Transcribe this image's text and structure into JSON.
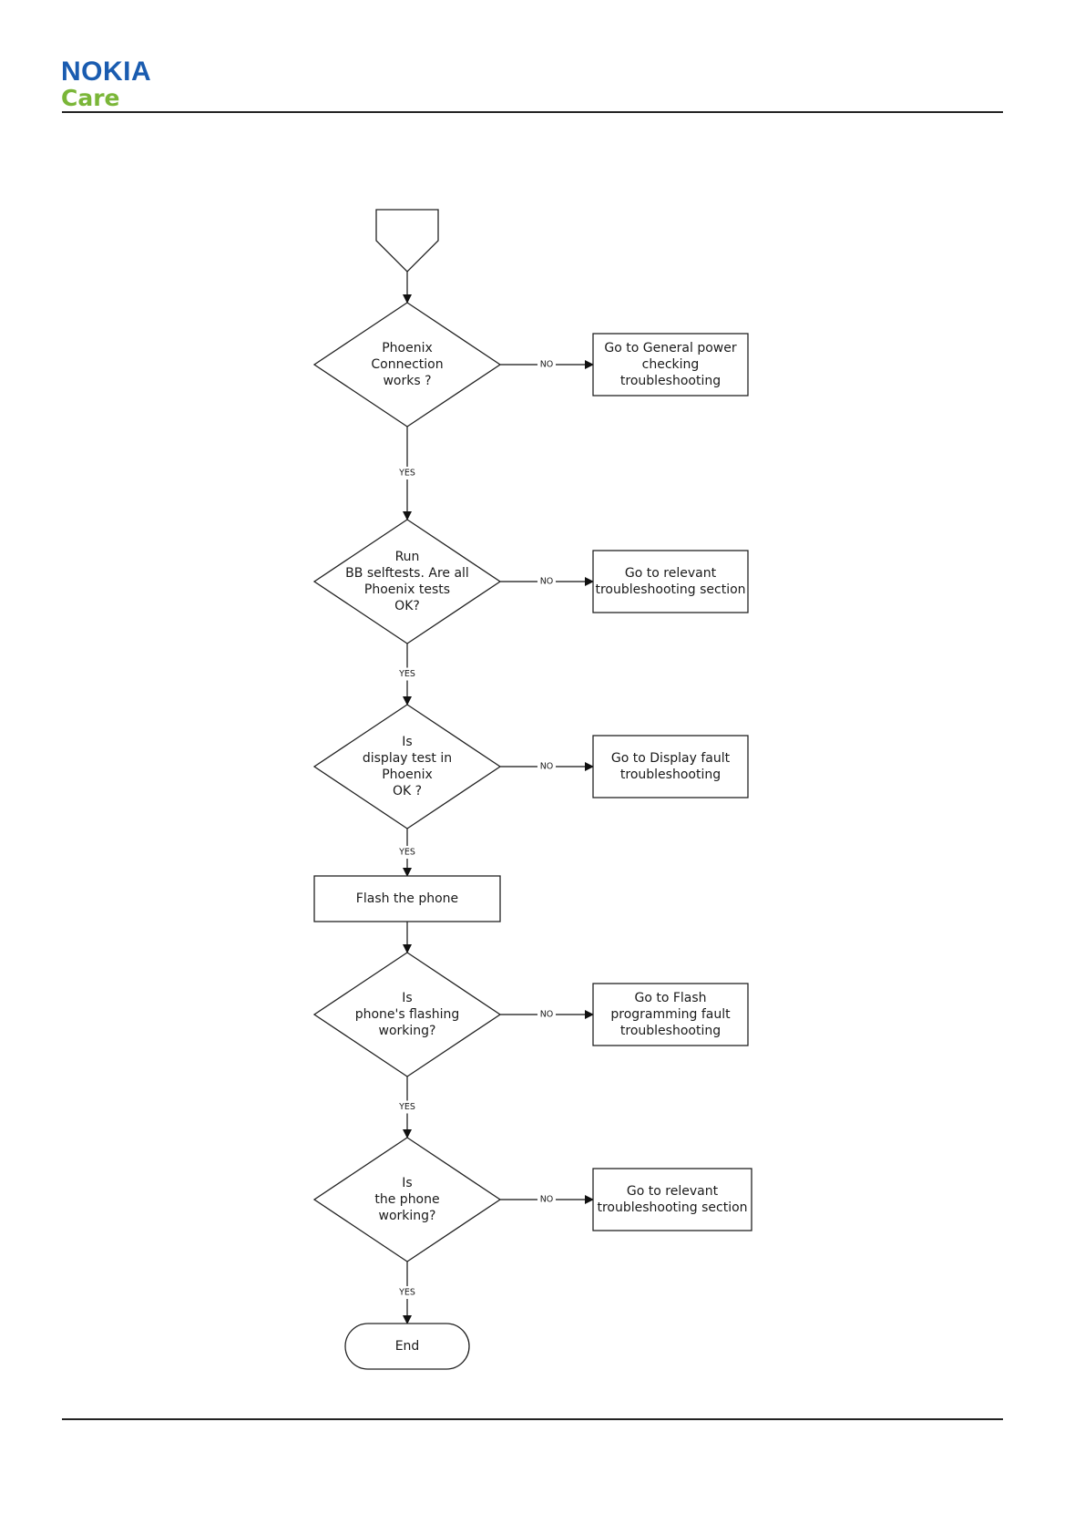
{
  "header": {
    "brand": "NOKIA",
    "sub_brand": "Care",
    "colors": {
      "brand": "#1a5cb0",
      "sub_brand": "#7ab638"
    }
  },
  "flowchart": {
    "nodes": [
      {
        "id": "start",
        "kind": "offpage",
        "lines": []
      },
      {
        "id": "q-phoenix-connection",
        "kind": "decision",
        "lines": [
          "Phoenix",
          "Connection",
          "works ?"
        ]
      },
      {
        "id": "a-general-power",
        "kind": "process",
        "lines": [
          "Go to General power",
          "checking",
          "troubleshooting"
        ]
      },
      {
        "id": "q-bb-selftests",
        "kind": "decision",
        "lines": [
          "Run",
          "BB selftests. Are all",
          "Phoenix tests",
          "OK?"
        ]
      },
      {
        "id": "a-relevant-1",
        "kind": "process",
        "lines": [
          "Go to relevant",
          "troubleshooting section"
        ]
      },
      {
        "id": "q-display-test",
        "kind": "decision",
        "lines": [
          "Is",
          "display test in",
          "Phoenix",
          "OK ?"
        ]
      },
      {
        "id": "a-display-fault",
        "kind": "process",
        "lines": [
          "Go to Display fault",
          "troubleshooting"
        ]
      },
      {
        "id": "p-flash-phone",
        "kind": "process",
        "lines": [
          "Flash the phone"
        ]
      },
      {
        "id": "q-flashing-working",
        "kind": "decision",
        "lines": [
          "Is",
          "phone's flashing",
          "working?"
        ]
      },
      {
        "id": "a-flash-programming",
        "kind": "process",
        "lines": [
          "Go to Flash",
          "programming fault",
          "troubleshooting"
        ]
      },
      {
        "id": "q-phone-working",
        "kind": "decision",
        "lines": [
          "Is",
          "the phone",
          "working?"
        ]
      },
      {
        "id": "a-relevant-2",
        "kind": "process",
        "lines": [
          "Go to relevant",
          "troubleshooting section"
        ]
      },
      {
        "id": "end",
        "kind": "terminal",
        "lines": [
          "End"
        ]
      }
    ],
    "edges": [
      {
        "from": "start",
        "to": "q-phoenix-connection",
        "label": ""
      },
      {
        "from": "q-phoenix-connection",
        "to": "a-general-power",
        "label": "NO"
      },
      {
        "from": "q-phoenix-connection",
        "to": "q-bb-selftests",
        "label": "YES"
      },
      {
        "from": "q-bb-selftests",
        "to": "a-relevant-1",
        "label": "NO"
      },
      {
        "from": "q-bb-selftests",
        "to": "q-display-test",
        "label": "YES"
      },
      {
        "from": "q-display-test",
        "to": "a-display-fault",
        "label": "NO"
      },
      {
        "from": "q-display-test",
        "to": "p-flash-phone",
        "label": "YES"
      },
      {
        "from": "p-flash-phone",
        "to": "q-flashing-working",
        "label": ""
      },
      {
        "from": "q-flashing-working",
        "to": "a-flash-programming",
        "label": "NO"
      },
      {
        "from": "q-flashing-working",
        "to": "q-phone-working",
        "label": "YES"
      },
      {
        "from": "q-phone-working",
        "to": "a-relevant-2",
        "label": "NO"
      },
      {
        "from": "q-phone-working",
        "to": "end",
        "label": "YES"
      }
    ]
  }
}
